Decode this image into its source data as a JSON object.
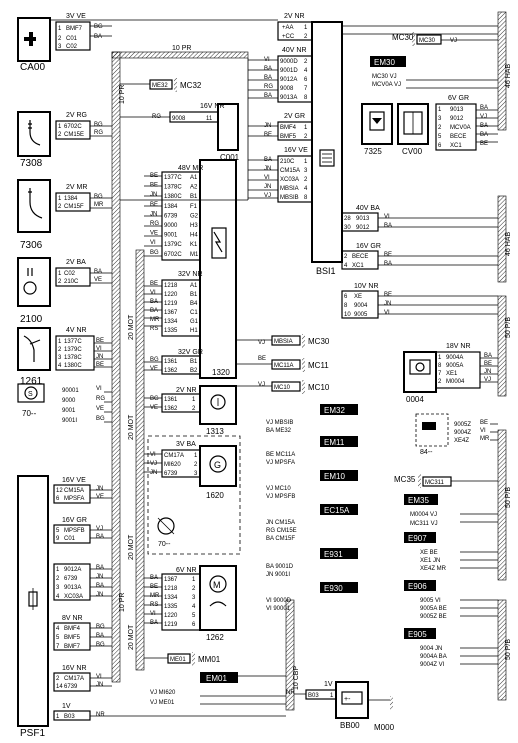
{
  "left_components": [
    {
      "id": "ca00",
      "label": "CA00",
      "icon": "horn-icon",
      "conn": "3V VE",
      "pins": [
        [
          "1",
          "BMF7",
          "BG"
        ],
        [
          "2",
          "C01",
          "BA"
        ],
        [
          "3",
          "C02",
          ""
        ]
      ]
    },
    {
      "id": "7308",
      "label": "7308",
      "icon": "pedal-icon",
      "conn": "2V RG",
      "pins": [
        [
          "1",
          "6702C",
          "BG"
        ],
        [
          "2",
          "CM15E",
          "RG"
        ]
      ]
    },
    {
      "id": "7306",
      "label": "7306",
      "icon": "brake-icon",
      "conn": "2V MR",
      "pins": [
        [
          "1",
          "1384",
          "BG"
        ],
        [
          "2",
          "CM15F",
          "MR"
        ]
      ]
    },
    {
      "id": "2100",
      "label": "2100",
      "icon": "stoplamp-icon",
      "conn": "2V BA",
      "pins": [
        [
          "1",
          "C02",
          "BA"
        ],
        [
          "2",
          "210C",
          "VE"
        ]
      ]
    },
    {
      "id": "1261",
      "label": "1261",
      "icon": "throttle-icon",
      "conn": "4V NR",
      "pins": [
        [
          "1",
          "1377C",
          "BE"
        ],
        [
          "2",
          "1379C",
          "VI"
        ],
        [
          "3",
          "1378C",
          "JN"
        ],
        [
          "4",
          "1380C",
          "BE"
        ]
      ]
    }
  ],
  "s70": {
    "label": "70--",
    "icon": "cruise-switch-icon",
    "pins": [
      [
        "90001",
        "VI"
      ],
      [
        "9000",
        "RG"
      ],
      [
        "9001",
        "VE"
      ],
      [
        "9001I",
        "BG"
      ]
    ]
  },
  "psf1": {
    "label": "PSF1",
    "icon": "fuse-icon",
    "groups": [
      {
        "conn": "16V VE",
        "pins": [
          [
            "12",
            "CM15A",
            "JN"
          ],
          [
            "6",
            "MPSFA",
            "VE"
          ]
        ]
      },
      {
        "conn": "16V GR",
        "pins": [
          [
            "5",
            "MPSFB",
            "VJ"
          ],
          [
            "9",
            "C01",
            "BA"
          ]
        ]
      },
      {
        "conn": "",
        "pins": [
          [
            "1",
            "9012A",
            "BA"
          ],
          [
            "2",
            "6739",
            "JN"
          ],
          [
            "3",
            "9013A",
            "BA"
          ],
          [
            "4",
            "XC03A",
            "JN"
          ]
        ]
      },
      {
        "conn": "8V NR",
        "pins": [
          [
            "4",
            "BMF4",
            "BG"
          ],
          [
            "5",
            "BMF5",
            "BA"
          ],
          [
            "7",
            "BMF7",
            "BG"
          ]
        ]
      },
      {
        "conn": "16V NR",
        "pins": [
          [
            "2",
            "CM17A",
            "VI"
          ],
          [
            "14",
            "6739",
            "JN"
          ]
        ]
      },
      {
        "conn": "1V",
        "pins": [
          [
            "1",
            "B03",
            "NR"
          ]
        ]
      }
    ]
  },
  "top_bus": {
    "label": "10 PR",
    "me32": "ME32",
    "mc32": "MC32"
  },
  "left_bus": {
    "label": "10 PR",
    "label2": "10 PR"
  },
  "mot_labels": [
    "20 MOT",
    "20 MOT",
    "20 MOT",
    "20 MOT"
  ],
  "bsi": {
    "label": "BSI1",
    "groups": [
      {
        "conn": "2V NR",
        "pins": [
          [
            "+AA",
            "1"
          ],
          [
            "+CC",
            "2"
          ]
        ]
      },
      {
        "conn": "40V NR",
        "pins": [
          [
            "9000D",
            "2",
            "VI"
          ],
          [
            "9001D",
            "4",
            "BA"
          ],
          [
            "9012A",
            "6",
            "BA"
          ],
          [
            "9008",
            "7",
            "RG"
          ],
          [
            "9013A",
            "8",
            "BA"
          ]
        ]
      },
      {
        "conn": "2V GR",
        "pins": [
          [
            "BMF4",
            "1",
            "JN"
          ],
          [
            "BMF5",
            "2",
            "BE"
          ]
        ]
      },
      {
        "conn": "16V VE",
        "pins": [
          [
            "210C",
            "1",
            "BA"
          ],
          [
            "CM15A",
            "3",
            "JN"
          ],
          [
            "XC03A",
            "2",
            "VI"
          ],
          [
            "MBSIA",
            "4",
            "JN"
          ],
          [
            "MBSIB",
            "8",
            "VJ"
          ]
        ]
      }
    ]
  },
  "c001": {
    "label": "C001",
    "conn": "16V NR",
    "pin": [
      "9008",
      "11",
      "RG"
    ]
  },
  "ecu1320": {
    "label": "1320",
    "icon": "ecu-icon",
    "g1": {
      "conn": "48V MR",
      "pins": [
        [
          "1377C",
          "A1",
          "BE"
        ],
        [
          "1378C",
          "A2",
          "BE"
        ],
        [
          "1380C",
          "B1",
          "JN"
        ],
        [
          "1384",
          "F1",
          "BE"
        ],
        [
          "6739",
          "G2",
          "JN"
        ],
        [
          "9000",
          "H3",
          "RG"
        ],
        [
          "9001",
          "H4",
          "VE"
        ],
        [
          "1379C",
          "K1",
          "VI"
        ],
        [
          "6702C",
          "M1",
          "BG"
        ]
      ]
    },
    "g2": {
      "conn": "32V NR",
      "pins": [
        [
          "1218",
          "A1",
          "BE"
        ],
        [
          "1220",
          "B1",
          "VI"
        ],
        [
          "1219",
          "B4",
          "BA"
        ],
        [
          "1367",
          "C1",
          "BA"
        ],
        [
          "1334",
          "G1",
          "MR"
        ],
        [
          "1335",
          "H1",
          "RS"
        ]
      ]
    },
    "g3": {
      "conn": "32V GR",
      "pins": [
        [
          "1361",
          "B1",
          "BG"
        ],
        [
          "1362",
          "B2",
          "VE"
        ]
      ]
    }
  },
  "c1313": {
    "label": "1313",
    "icon": "pressure-sensor-icon",
    "conn": "2V NR",
    "pins": [
      [
        "1361",
        "1",
        "BG"
      ],
      [
        "1362",
        "2",
        "VE"
      ]
    ]
  },
  "c1620": {
    "label": "1620",
    "icon": "speed-sensor-icon",
    "conn": "3V BA",
    "pins": [
      [
        "CM17A",
        "1",
        "VI"
      ],
      [
        "MI620",
        "2",
        "VJ"
      ],
      [
        "6739",
        "3",
        "JN"
      ]
    ],
    "sub": "70--"
  },
  "c1262": {
    "label": "1262",
    "icon": "motor-icon",
    "conn": "6V NR",
    "pins": [
      [
        "1367",
        "1",
        "BA"
      ],
      [
        "1218",
        "2",
        "BE"
      ],
      [
        "1334",
        "3",
        "MR"
      ],
      [
        "1335",
        "4",
        "RS"
      ],
      [
        "1220",
        "5",
        "VI"
      ],
      [
        "1219",
        "6",
        "BA"
      ]
    ]
  },
  "mm01": {
    "label": "MM01",
    "ref": "ME01"
  },
  "grounds": {
    "mc30": "MC30",
    "mc11": "MC11",
    "mc10": "MC10",
    "mbsia": "MBSIA",
    "mc11a": "MC11A",
    "mc10a": "MC10"
  },
  "em_blocks": [
    {
      "id": "EM32",
      "lines": [
        "VJ MBSIB",
        "BA ME32"
      ]
    },
    {
      "id": "EM11",
      "lines": [
        "BE MC11A",
        "VJ MPSFA"
      ]
    },
    {
      "id": "EM10",
      "lines": [
        "VJ MC10",
        "VJ MPSFB"
      ]
    },
    {
      "id": "EC15A",
      "lines": [
        "JN CM15A",
        "RG CM15E",
        "BA CM15F"
      ]
    },
    {
      "id": "E931",
      "lines": [
        "BA 9001D",
        "JN 9001I"
      ]
    },
    {
      "id": "E930",
      "lines": [
        "VI 9000D",
        "VI 90001"
      ]
    }
  ],
  "em01": {
    "id": "EM01",
    "lines": [
      "VJ MI620",
      "VJ ME01"
    ]
  },
  "bb00": {
    "label": "BB00",
    "conn": "1V",
    "pin": [
      "B03",
      "1",
      "NR"
    ],
    "cbp": "10 CBP",
    "m000": "M000",
    "icon": "battery-icon"
  },
  "right_top": {
    "mc30": "MC30",
    "vj": "VJ",
    "em30": "EM30",
    "em30_lines": [
      "MC30 VJ",
      "MCV0A VJ"
    ],
    "hab": "46 HAB",
    "hab2": "46 HAB",
    "c7325": {
      "label": "7325",
      "icon": "switch-icon"
    },
    "cv00": {
      "label": "CV00",
      "icon": "stalk-icon",
      "conn": "6V GR",
      "pins": [
        [
          "9013",
          "1",
          "BA"
        ],
        [
          "9012",
          "3",
          "VJ"
        ],
        [
          "MCV0A",
          "2",
          "BA"
        ],
        [
          "BECE",
          "5",
          "BA"
        ],
        [
          "XC1",
          "6",
          "BE"
        ]
      ]
    },
    "c40v": {
      "conn": "40V BA",
      "pins": [
        [
          "28",
          "9013",
          "VI"
        ],
        [
          "30",
          "9012",
          "BA"
        ]
      ]
    },
    "c16vgr": {
      "conn": "16V GR",
      "pins": [
        [
          "2",
          "BECE",
          "BE"
        ],
        [
          "4",
          "XC1",
          "BA"
        ]
      ]
    },
    "c10vnr": {
      "conn": "10V NR",
      "pins": [
        [
          "6",
          "XE",
          "BE"
        ],
        [
          "8",
          "9004",
          "JN"
        ],
        [
          "10",
          "9005",
          "VI"
        ]
      ]
    }
  },
  "right_bottom": {
    "pb": [
      "50 P/B",
      "50 P/B",
      "50 P/B"
    ],
    "c0004": {
      "label": "0004",
      "icon": "gauge-icon",
      "conn": "18V NR",
      "pins": [
        [
          "9004A",
          "1",
          "BA"
        ],
        [
          "9005A",
          "8",
          "BE"
        ],
        [
          "XE1",
          "7",
          "JN"
        ],
        [
          "M0004",
          "2",
          "VJ"
        ]
      ]
    },
    "c84": {
      "label": "84--",
      "pins": [
        [
          "9005Z",
          "BE"
        ],
        [
          "9004Z",
          "VI"
        ],
        [
          "XE4Z",
          "MR"
        ]
      ]
    },
    "mc35": "MC35",
    "mc311": "MC311",
    "em35": "EM35",
    "em35_lines": [
      "M0004 VJ",
      "MC311 VJ"
    ],
    "e907": {
      "id": "E907",
      "lines": [
        "XE BE",
        "XE1 JN",
        "XE4Z MR"
      ]
    },
    "e906": {
      "id": "E906",
      "lines": [
        "9005 VI",
        "9005A BE",
        "9005Z BE"
      ]
    },
    "e905": {
      "id": "E905",
      "lines": [
        "9004 JN",
        "9004A BA",
        "9004Z VI"
      ]
    }
  }
}
